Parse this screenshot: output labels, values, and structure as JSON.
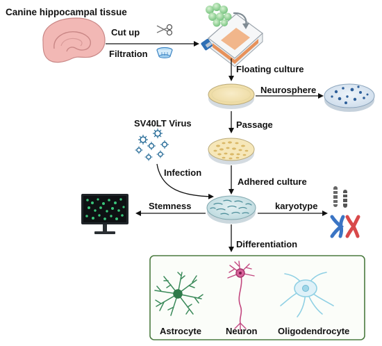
{
  "title": "Canine hippocampal tissue",
  "steps": {
    "cut_up": "Cut up",
    "filtration": "Filtration",
    "floating_culture": "Floating culture",
    "neurosphere": "Neurosphere",
    "passage": "Passage",
    "virus": "SV40LT Virus",
    "infection": "Infection",
    "adhered_culture": "Adhered culture",
    "stemness": "Stemness",
    "karyotype": "karyotype",
    "differentiation": "Differentiation"
  },
  "cell_types": {
    "astrocyte": "Astrocyte",
    "neuron": "Neuron",
    "oligodendrocyte": "Oligodendrocyte"
  },
  "colors": {
    "tissue": "#f2b8b5",
    "flask_medium": "#e7915a",
    "dish_yellow": "#f5e6b8",
    "dish_blue": "#dbe8f3",
    "dish_teal": "#cfe6ea",
    "box_border": "#4a7a3f",
    "astrocyte": "#3b8a5a",
    "neuron": "#c2477f",
    "oligodendrocyte": "#8fd0e4",
    "virus": "#2c6f9a"
  },
  "icons": [
    "brain-tissue-icon",
    "scissors-icon",
    "filter-icon",
    "culture-flask-icon",
    "neurosphere-cluster-icon",
    "petri-dish-icon",
    "virus-icon",
    "monitor-icon",
    "chromosome-icon"
  ]
}
